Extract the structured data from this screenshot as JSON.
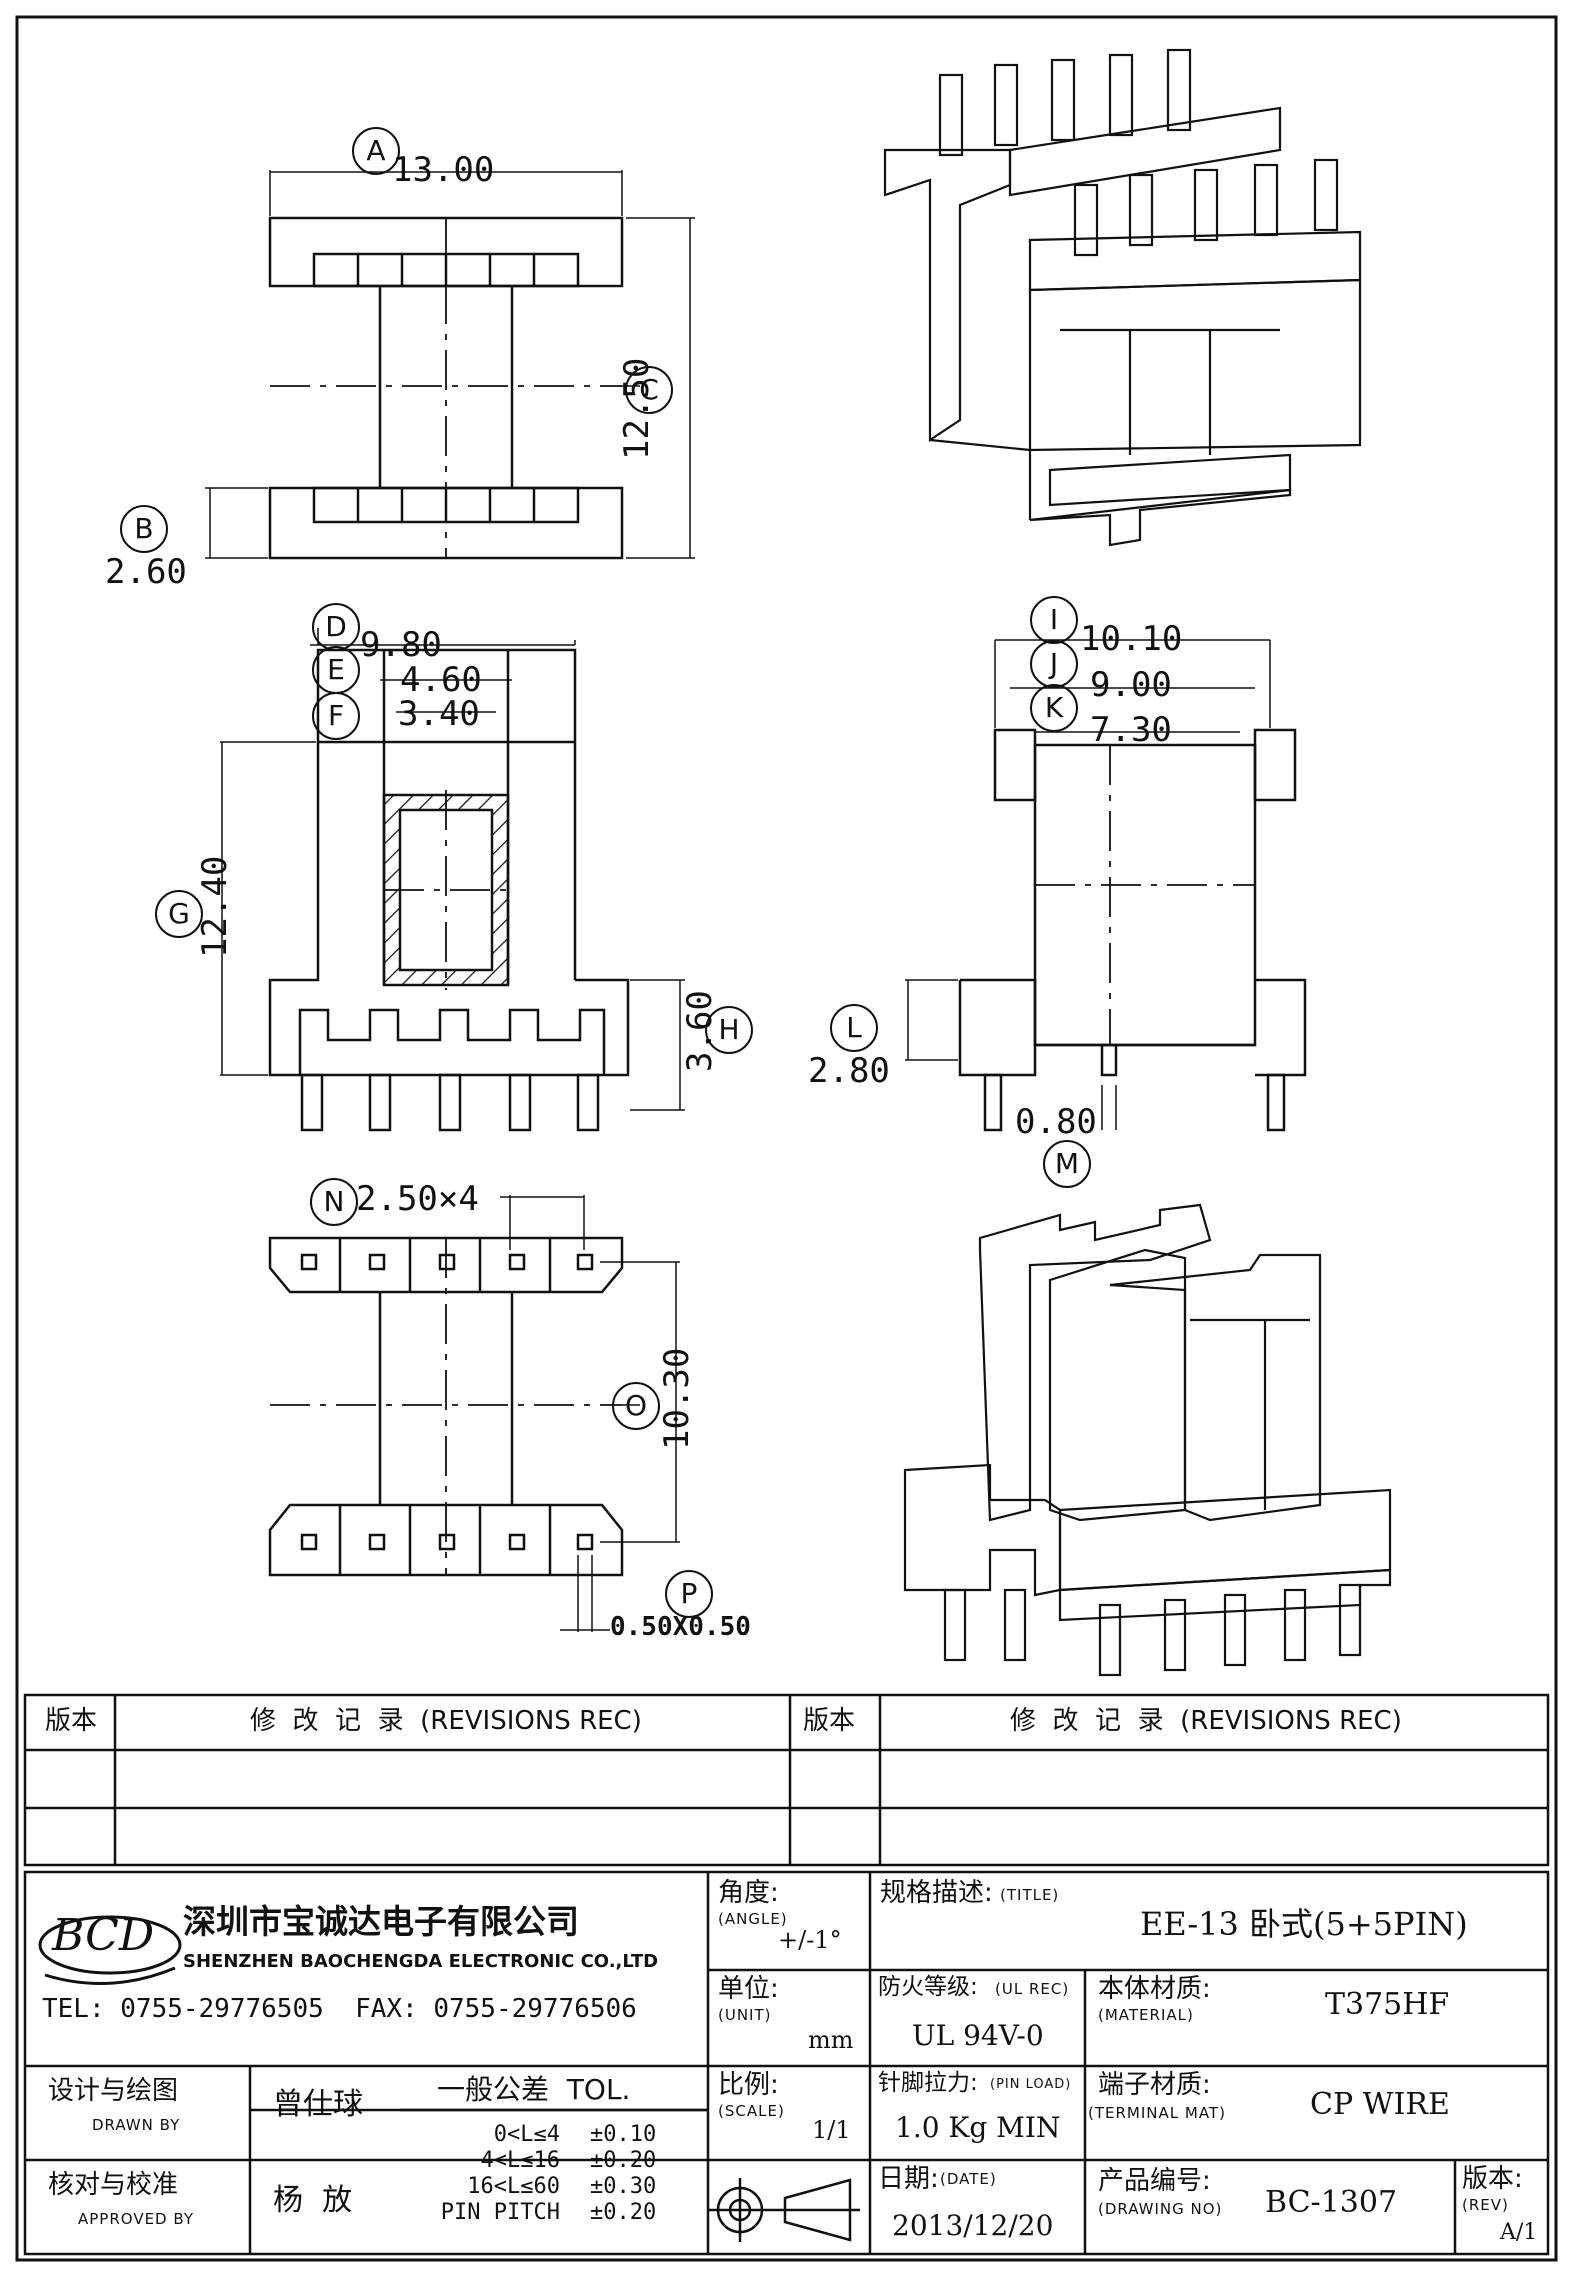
{
  "drawing": {
    "top_view": {
      "label_a": "A",
      "dim_a": "13.00",
      "label_b": "B",
      "dim_b": "2.60",
      "label_c": "C",
      "dim_c": "12.50"
    },
    "front_view": {
      "label_d": "D",
      "dim_d": "9.80",
      "label_e": "E",
      "dim_e": "4.60",
      "label_f": "F",
      "dim_f": "3.40",
      "label_g": "G",
      "dim_g": "12.40",
      "label_h": "H",
      "dim_h": "3.60"
    },
    "side_view": {
      "label_i": "I",
      "dim_i": "10.10",
      "label_j": "J",
      "dim_j": "9.00",
      "label_k": "K",
      "dim_k": "7.30",
      "label_l": "L",
      "dim_l": "2.80",
      "label_m": "M",
      "dim_m": "0.80"
    },
    "bottom_view": {
      "label_n": "N",
      "dim_n": "2.50×4",
      "label_o": "O",
      "dim_o": "10.30",
      "label_p": "P",
      "dim_p": "0.50X0.50"
    }
  },
  "revisions": {
    "col1_header": "版本",
    "col2_header": "修  改  记  录  (REVISIONS REC)",
    "col3_header": "版本",
    "col4_header": "修  改  记  录  (REVISIONS REC)"
  },
  "company": {
    "logo_text": "BCD",
    "name_cn": "深圳市宝诚达电子有限公司",
    "name_en": "SHENZHEN BAOCHENGDA ELECTRONIC CO.,LTD",
    "contact": "TEL: 0755-29776505  FAX: 0755-29776506"
  },
  "title_block": {
    "angle_label": "角度:",
    "angle_en": "(ANGLE)",
    "angle_value": "+/-1°",
    "title_label": "规格描述:",
    "title_en": "(TITLE)",
    "title_value": "EE-13 卧式(5+5PIN)",
    "unit_label": "单位:",
    "unit_en": "(UNIT)",
    "unit_value": "mm",
    "ul_label": "防火等级:",
    "ul_en": "(UL REC)",
    "ul_value": "UL 94V-0",
    "material_label": "本体材质:",
    "material_en": "(MATERIAL)",
    "material_value": "T375HF",
    "drawn_label": "设计与绘图",
    "drawn_en": "DRAWN BY",
    "drawn_value": "曾仕球",
    "tol_label": "一般公差  TOL.",
    "tol_rows": [
      {
        "range": "0<L≤4",
        "value": "±0.10"
      },
      {
        "range": "4<L≤16",
        "value": "±0.20"
      },
      {
        "range": "16<L≤60",
        "value": "±0.30"
      },
      {
        "range": "PIN PITCH",
        "value": "±0.20"
      }
    ],
    "scale_label": "比例:",
    "scale_en": "(SCALE)",
    "scale_value": "1/1",
    "pinload_label": "针脚拉力:",
    "pinload_en": "(PIN LOAD)",
    "pinload_value": "1.0 Kg MIN",
    "terminal_label": "端子材质:",
    "terminal_en": "(TERMINAL MAT)",
    "terminal_value": "CP WIRE",
    "approved_label": "核对与校准",
    "approved_en": "APPROVED BY",
    "approved_value": "杨  放",
    "date_label": "日期:",
    "date_en": "(DATE)",
    "date_value": "2013/12/20",
    "drawing_no_label": "产品编号:",
    "drawing_no_en": "(DRAWING NO)",
    "drawing_no_value": "BC-1307",
    "rev_label": "版本:",
    "rev_en": "(REV)",
    "rev_value": "A/1"
  }
}
